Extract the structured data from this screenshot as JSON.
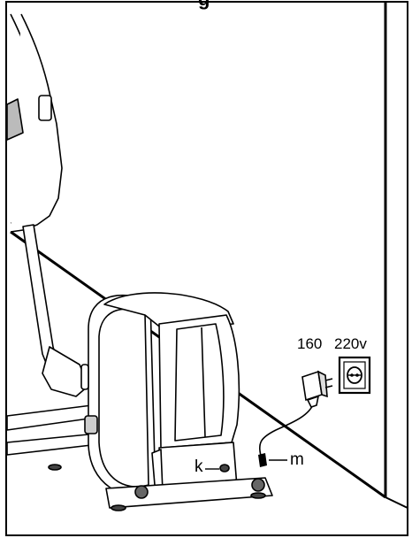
{
  "header": {
    "caption": "g"
  },
  "labels": {
    "adapter_model": "160",
    "outlet_voltage": "220v",
    "part_k": "k",
    "part_m": "m"
  },
  "icons": {
    "outlet": "power-outlet-icon",
    "adapter": "power-adapter-icon"
  }
}
